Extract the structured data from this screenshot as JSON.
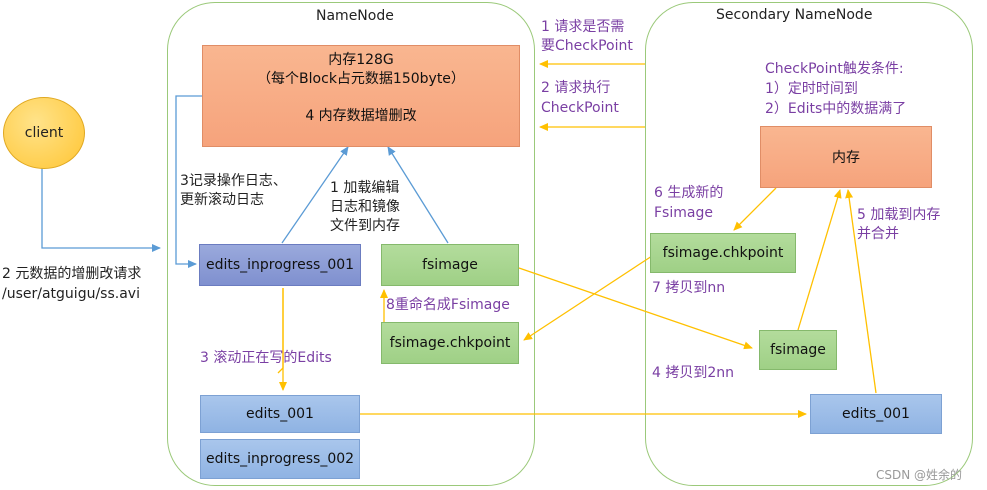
{
  "regions": {
    "namenode": "NameNode",
    "secondary": "Secondary NameNode"
  },
  "client": "client",
  "memory_box": {
    "line1": "内存128G",
    "line2": "（每个Block占元数据150byte）",
    "line3": "4 内存数据增删改"
  },
  "boxes": {
    "edits_inprogress_001": "edits_inprogress_001",
    "fsimage_nn": "fsimage",
    "fsimage_chkpoint_nn": "fsimage.chkpoint",
    "edits_001_nn": "edits_001",
    "edits_inprogress_002": "edits_inprogress_002",
    "snn_memory": "内存",
    "fsimage_chkpoint_snn": "fsimage.chkpoint",
    "fsimage_snn": "fsimage",
    "edits_001_snn": "edits_001"
  },
  "labels": {
    "request_line1": "2 元数据的增删改请求",
    "request_line2": "/user/atguigu/ss.avi",
    "log_line1": "3记录操作日志、",
    "log_line2": "更新滚动日志",
    "load_line1": "1 加载编辑",
    "load_line2": "日志和镜像",
    "load_line3": "文件到内存",
    "rename": "8重命名成Fsimage",
    "roll": "3 滚动正在写的Edits",
    "step1_line1": "1 请求是否需",
    "step1_line2": "要CheckPoint",
    "step2_line1": "2 请求执行",
    "step2_line2": "CheckPoint",
    "trigger_line1": "CheckPoint触发条件:",
    "trigger_line2": "1）定时时间到",
    "trigger_line3": "2）Edits中的数据满了",
    "gen_line1": "6 生成新的",
    "gen_line2": "Fsimage",
    "copy_nn": "7 拷贝到nn",
    "copy_2nn": "4 拷贝到2nn",
    "load_merge_line1": "5 加载到内存",
    "load_merge_line2": "并合并"
  },
  "watermark": "CSDN @姓余的",
  "colors": {
    "arrow_blue": "#5b9bd5",
    "arrow_orange": "#ffc000",
    "region_border": "#9bc97a",
    "label_purple": "#7a3fa3"
  }
}
